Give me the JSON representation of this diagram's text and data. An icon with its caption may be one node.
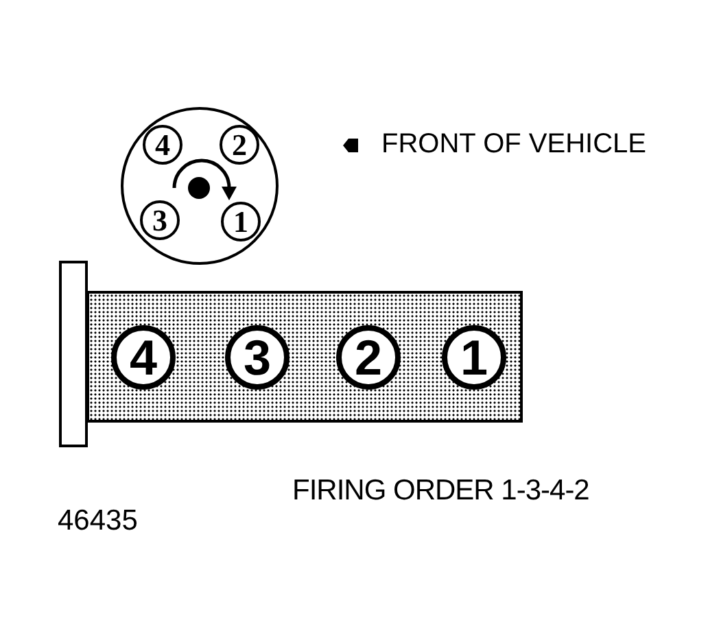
{
  "diagram": {
    "nodes": [
      {
        "text": [],
        "shape": "circle"
      },
      {
        "text": [
          "4"
        ],
        "in": 0
      },
      {
        "text": [
          "2"
        ],
        "in": 0
      },
      {
        "text": [
          "3"
        ],
        "in": 0
      },
      {
        "text": [
          "1"
        ],
        "in": 0
      },
      {
        "text": [],
        "shape": "bar"
      },
      {
        "text": [],
        "shape": "box"
      },
      {
        "text": [
          "4"
        ],
        "in": 6
      },
      {
        "text": [
          "3"
        ],
        "in": 6
      },
      {
        "text": [
          "2"
        ],
        "in": 6
      },
      {
        "text": [
          "1"
        ],
        "in": 6
      }
    ],
    "labels": [
      "FRONT OF VEHICLE",
      "FIRING ORDER 1-3-4-2",
      "46435"
    ]
  }
}
